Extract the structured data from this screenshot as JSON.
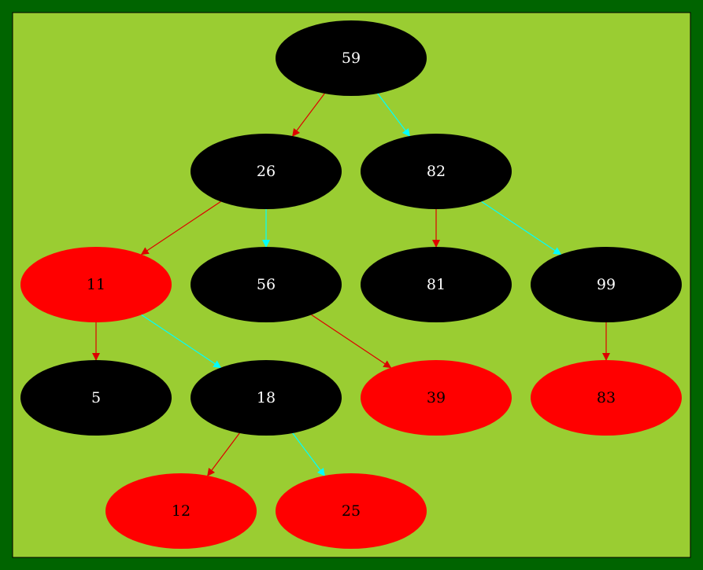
{
  "colors": {
    "outer_background": "#006400",
    "canvas_background": "#9ACD32",
    "black_node": "#000000",
    "red_node": "#FF0000",
    "black_node_text": "#FFFFFF",
    "red_node_text": "#000000",
    "left_edge": "#DD0000",
    "right_edge": "#00FFFF"
  },
  "nodes": [
    {
      "id": "n59",
      "label": "59",
      "color": "black"
    },
    {
      "id": "n26",
      "label": "26",
      "color": "black"
    },
    {
      "id": "n82",
      "label": "82",
      "color": "black"
    },
    {
      "id": "n11",
      "label": "11",
      "color": "red"
    },
    {
      "id": "n56",
      "label": "56",
      "color": "black"
    },
    {
      "id": "n81",
      "label": "81",
      "color": "black"
    },
    {
      "id": "n99",
      "label": "99",
      "color": "black"
    },
    {
      "id": "n5",
      "label": "5",
      "color": "black"
    },
    {
      "id": "n18",
      "label": "18",
      "color": "black"
    },
    {
      "id": "n39",
      "label": "39",
      "color": "red"
    },
    {
      "id": "n83",
      "label": "83",
      "color": "red"
    },
    {
      "id": "n12",
      "label": "12",
      "color": "red"
    },
    {
      "id": "n25",
      "label": "25",
      "color": "red"
    }
  ],
  "edges": [
    {
      "from": "n59",
      "to": "n26",
      "side": "left"
    },
    {
      "from": "n59",
      "to": "n82",
      "side": "right"
    },
    {
      "from": "n26",
      "to": "n11",
      "side": "left"
    },
    {
      "from": "n26",
      "to": "n56",
      "side": "right"
    },
    {
      "from": "n82",
      "to": "n81",
      "side": "left"
    },
    {
      "from": "n82",
      "to": "n99",
      "side": "right"
    },
    {
      "from": "n11",
      "to": "n5",
      "side": "left"
    },
    {
      "from": "n11",
      "to": "n18",
      "side": "right"
    },
    {
      "from": "n56",
      "to": "n39",
      "side": "left"
    },
    {
      "from": "n99",
      "to": "n83",
      "side": "left"
    },
    {
      "from": "n18",
      "to": "n12",
      "side": "left"
    },
    {
      "from": "n18",
      "to": "n25",
      "side": "right"
    }
  ]
}
